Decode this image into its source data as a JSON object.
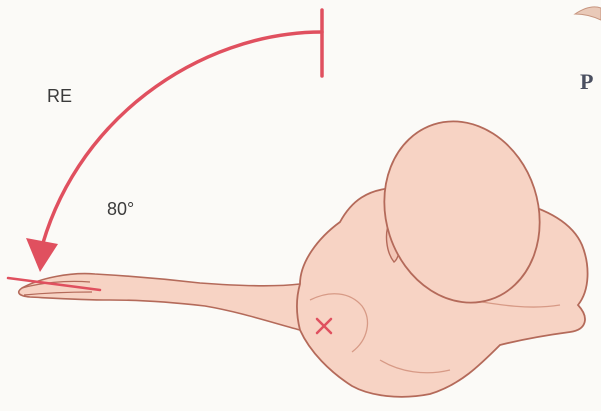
{
  "figure": {
    "motion_label": "RE",
    "angle_label": "80°",
    "edge_letter": "P"
  },
  "colors": {
    "background": "#fbfaf7",
    "skin": "#f7d3c4",
    "skin_shadow": "#efbfae",
    "outline": "#b46a5a",
    "arc": "#e0505f",
    "marker": "#e0505f",
    "label": "#3b3b3b"
  }
}
